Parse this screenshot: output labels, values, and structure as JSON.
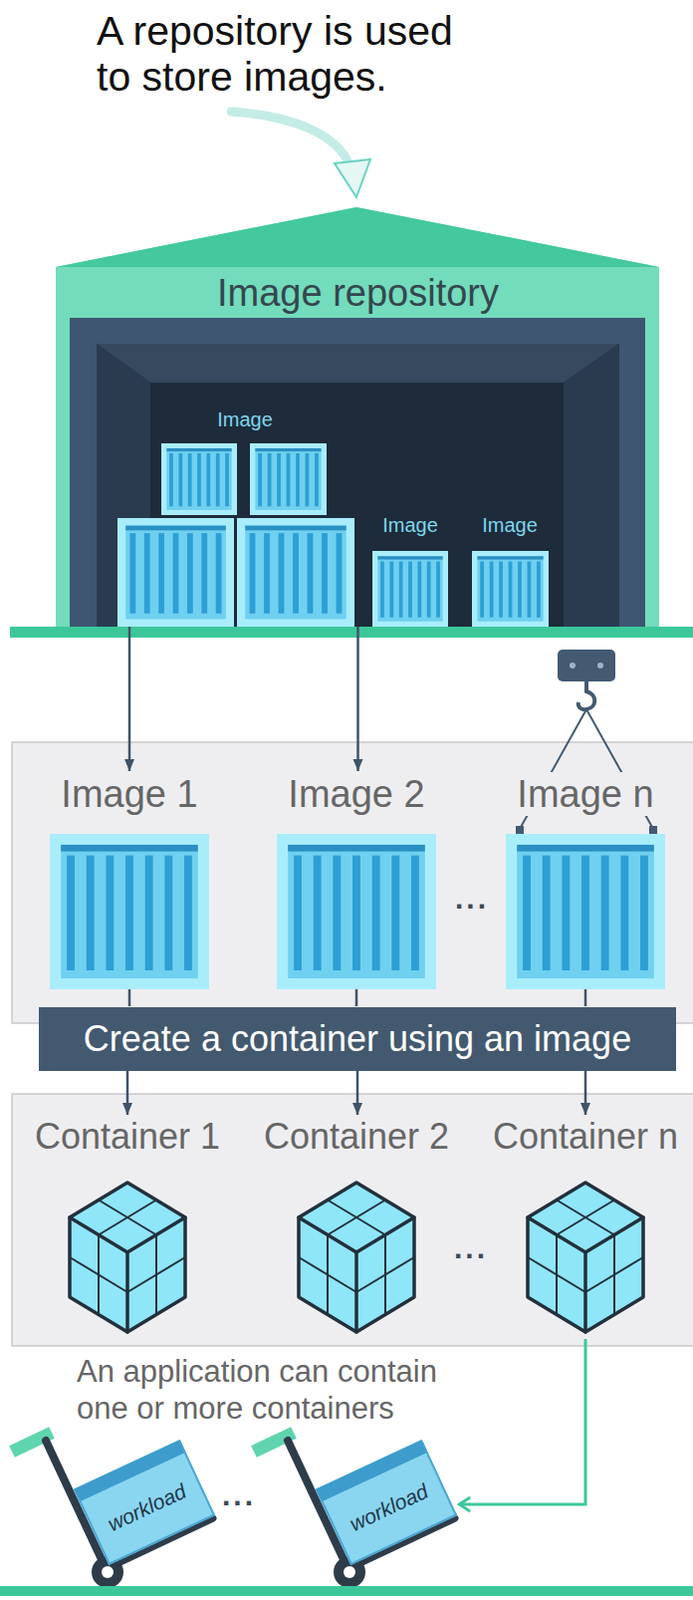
{
  "diagram": {
    "nodes": [
      {
        "text": [
          "Image repository"
        ]
      },
      {
        "text": [
          "Image 1"
        ]
      },
      {
        "text": [
          "Image 2"
        ]
      },
      {
        "text": [
          "Image n"
        ]
      },
      {
        "text": [
          "Create a container using an image"
        ]
      },
      {
        "text": [
          "Container 1"
        ]
      },
      {
        "text": [
          "Container 2"
        ]
      },
      {
        "text": [
          "Container n"
        ]
      },
      {
        "text": [
          "workload"
        ]
      },
      {
        "text": [
          "workload"
        ]
      }
    ],
    "edges": [
      {
        "from": 0,
        "to": 1,
        "arrow": "to"
      },
      {
        "from": 0,
        "to": 2,
        "arrow": "to"
      },
      {
        "from": 1,
        "to": 4,
        "arrow": "none"
      },
      {
        "from": 2,
        "to": 4,
        "arrow": "none"
      },
      {
        "from": 3,
        "to": 4,
        "arrow": "none"
      },
      {
        "from": 4,
        "to": 5,
        "arrow": "to"
      },
      {
        "from": 4,
        "to": 6,
        "arrow": "to"
      },
      {
        "from": 4,
        "to": 7,
        "arrow": "to"
      },
      {
        "from": 7,
        "to": 9,
        "arrow": "to"
      }
    ],
    "labels": [
      "A repository is used to store images.",
      "Image",
      "Image",
      "Image",
      "...",
      "...",
      "An application can contain one or more containers",
      "..."
    ]
  }
}
